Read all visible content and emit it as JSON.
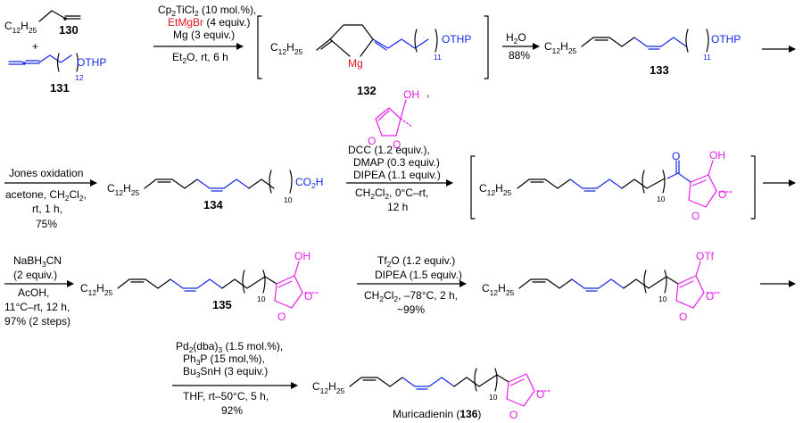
{
  "compounds": {
    "c130": "130",
    "c131": "131",
    "c132": "132",
    "c133": "133",
    "c134": "134",
    "c135": "135",
    "c136_name": "Muricadienin (",
    "c136_num": "136",
    "c136_close": ")"
  },
  "groups": {
    "c12": "C",
    "c12_sub": "12",
    "h25": "H",
    "h25_sub": "25",
    "othp": "OTHP",
    "oh": "OH",
    "otf": "OTf",
    "co2h": "CO",
    "co2h_sub": "2",
    "co2h_h": "H",
    "mg": "Mg",
    "o": "O",
    "n10": "10",
    "n11": "11",
    "n12": "12",
    "plus": "+",
    "comma": ","
  },
  "steps": {
    "s1_l1a": "Cp",
    "s1_l1b": "2",
    "s1_l1c": "TiCl",
    "s1_l1d": "2",
    "s1_l1e": " (10 mol.%),",
    "s1_l2": "EtMgBr",
    "s1_l2b": " (4 equiv.)",
    "s1_l3": "Mg (3 equiv.)",
    "s1_l4a": "Et",
    "s1_l4b": "2",
    "s1_l4c": "O, rt, 6 h",
    "s2_l1a": "H",
    "s2_l1b": "2",
    "s2_l1c": "O",
    "s2_l2": "88%",
    "s3_l1": "Jones oxidation",
    "s3_l2a": "acetone, CH",
    "s3_l2b": "2",
    "s3_l2c": "Cl",
    "s3_l2d": "2",
    "s3_l2e": ",",
    "s3_l3": "rt, 1 h,",
    "s3_l4": "75%",
    "s4_l1": "DCC (1.2 equiv.),",
    "s4_l2": "DMAP (0.3 equiv.)",
    "s4_l3": "DIPEA (1.1 equiv.)",
    "s4_l4a": "CH",
    "s4_l4b": "2",
    "s4_l4c": "Cl",
    "s4_l4d": "2",
    "s4_l4e": ", 0°C–rt,",
    "s4_l5": "12 h",
    "s5_l1a": "NaBH",
    "s5_l1b": "3",
    "s5_l1c": "CN",
    "s5_l2": "(2 equiv.)",
    "s5_l3": "AcOH,",
    "s5_l4": "11°C–rt, 12 h,",
    "s5_l5": "97% (2 steps)",
    "s6_l1a": "Tf",
    "s6_l1b": "2",
    "s6_l1c": "O (1.2 equiv.)",
    "s6_l2": "DIPEA (1.5 equiv.)",
    "s6_l3a": "CH",
    "s6_l3b": "2",
    "s6_l3c": "Cl",
    "s6_l3d": "2",
    "s6_l3e": ", –78°C, 2 h,",
    "s6_l4": "~99%",
    "s7_l1a": "Pd",
    "s7_l1b": "2",
    "s7_l1c": "(dba)",
    "s7_l1d": "3",
    "s7_l1e": " (1.5 mol.%),",
    "s7_l2a": "Ph",
    "s7_l2b": "3",
    "s7_l2c": "P (15 mol,%),",
    "s7_l3a": "Bu",
    "s7_l3b": "3",
    "s7_l3c": "SnH (3 equiv.)",
    "s7_l4": "THF, rt–50°C, 5 h,",
    "s7_l5": "92%"
  },
  "colors": {
    "black": "#000000",
    "red": "#e0141e",
    "blue": "#1428e6",
    "magenta": "#e61ee6"
  }
}
